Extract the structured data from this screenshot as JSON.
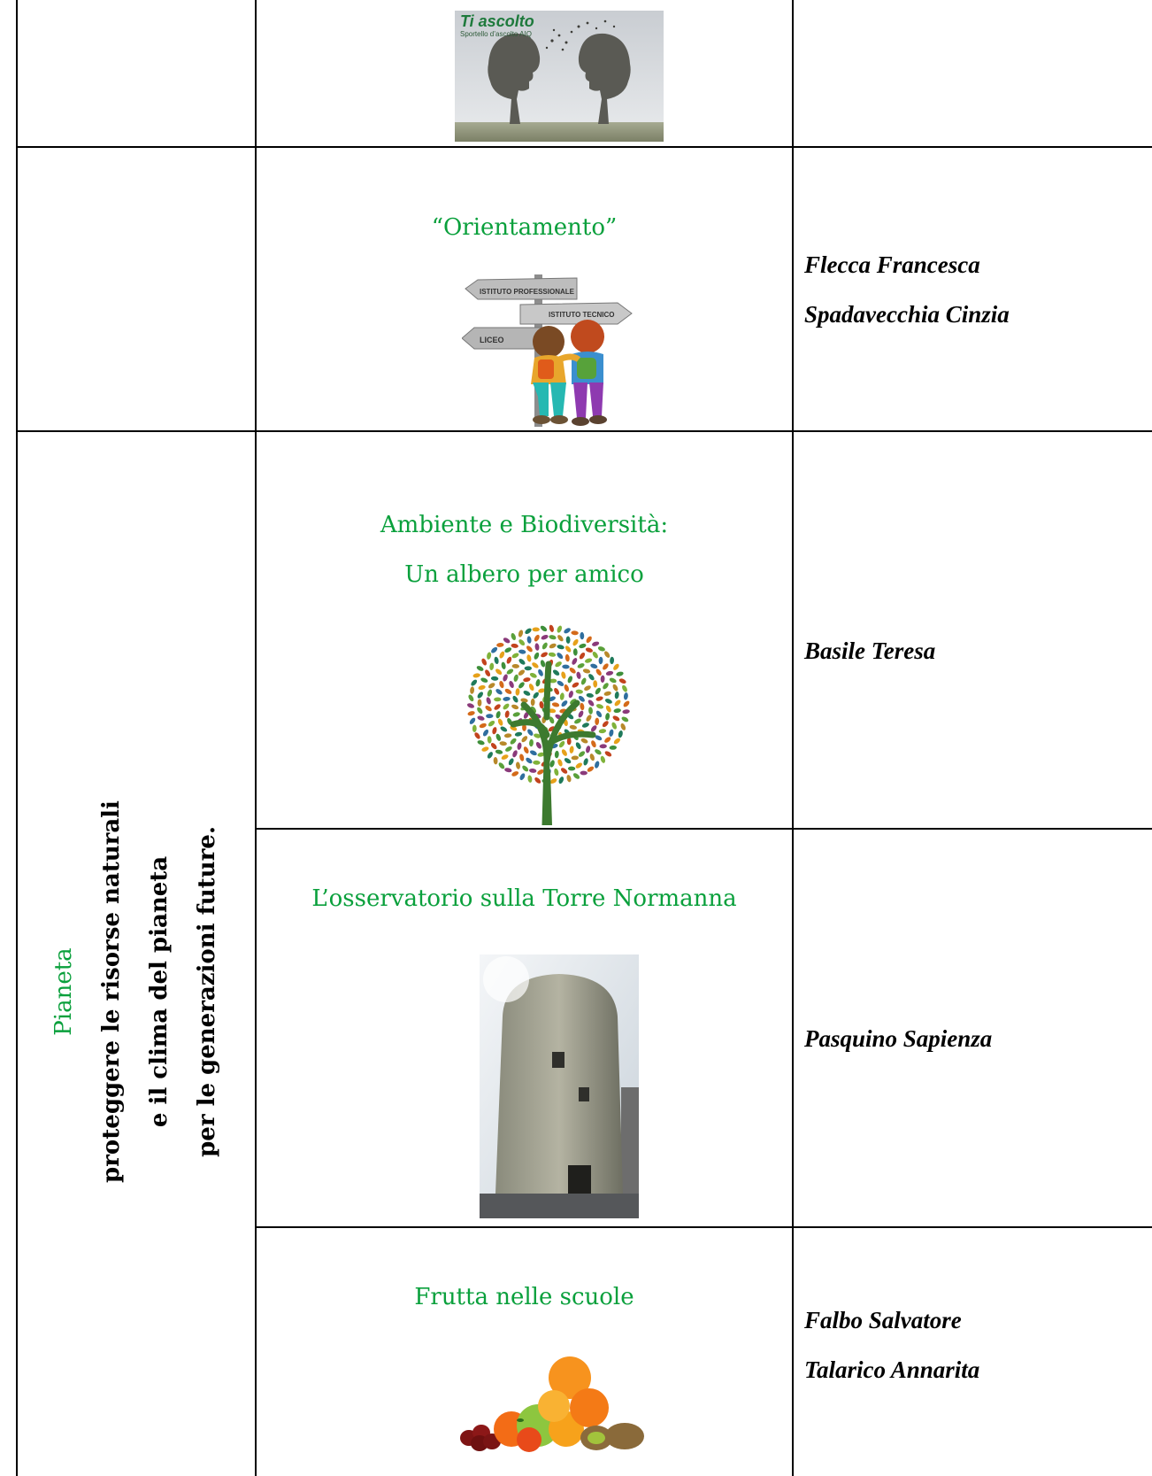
{
  "rows": {
    "ascolto": {
      "logo_title": "Ti ascolto",
      "logo_subtitle": "Sportello d’ascolto AIQ"
    },
    "orientamento": {
      "title": "“Orientamento”",
      "sign_labels": [
        "ISTITUTO PROFESSIONALE",
        "ISTITUTO TECNICO",
        "LICEO"
      ],
      "names": [
        "Flecca Francesca",
        "Spadavecchia Cinzia"
      ]
    },
    "pianeta": {
      "label": "Pianeta",
      "lines": [
        "proteggere le risorse naturali",
        "e il clima del pianeta",
        "per le generazioni future."
      ]
    },
    "ambiente": {
      "title_line1": "Ambiente e Biodiversità:",
      "title_line2": "Un albero per amico",
      "names": [
        "Basile Teresa"
      ]
    },
    "osservatorio": {
      "title": "L’osservatorio sulla Torre Normanna",
      "names": [
        "Pasquino Sapienza"
      ]
    },
    "frutta": {
      "title": "Frutta nelle scuole",
      "names": [
        "Falbo Salvatore",
        "Talarico Annarita"
      ]
    }
  },
  "colors": {
    "accent_green": "#0aa03c",
    "border": "#000000"
  }
}
